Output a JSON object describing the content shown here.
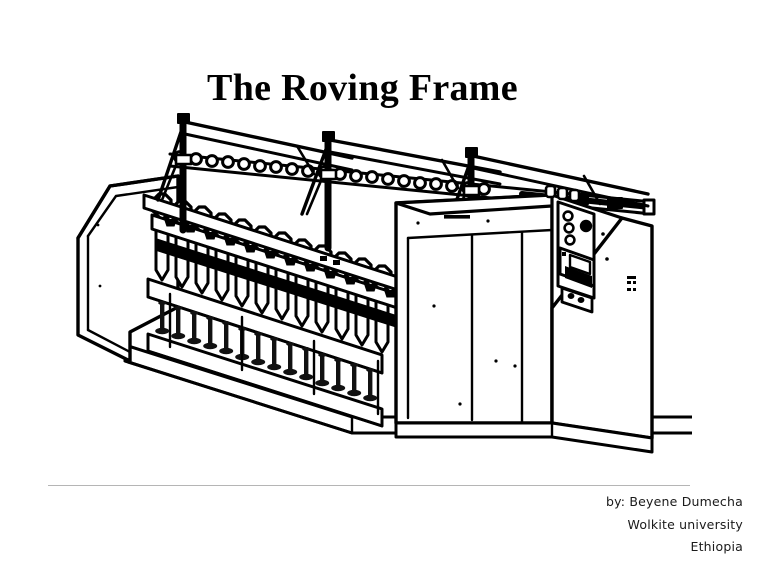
{
  "slide": {
    "title": "The Roving Frame",
    "background_color": "#ffffff",
    "ink_color": "#000000"
  },
  "illustration": {
    "name": "roving-frame-machine-line-drawing",
    "subject": "Roving frame (speed frame) textile spinning machine",
    "style": "black and white technical line drawing",
    "parts": [
      "creel-support-posts",
      "overhead-chain-drive-rail",
      "drafting-system-rollers",
      "flyer-row",
      "roving-bobbins",
      "bobbin-rail-spindles",
      "left-end-frame",
      "headstock-cabinet",
      "control-panel",
      "machine-base-plinth"
    ]
  },
  "control_panel": {
    "name": "headstock-control-panel",
    "buttons": 4,
    "display": "dark rectangular readout"
  },
  "footer": {
    "divider_color": "#b5b5b5",
    "credits": [
      "by: Beyene Dumecha",
      "Wolkite university",
      "Ethiopia"
    ]
  }
}
